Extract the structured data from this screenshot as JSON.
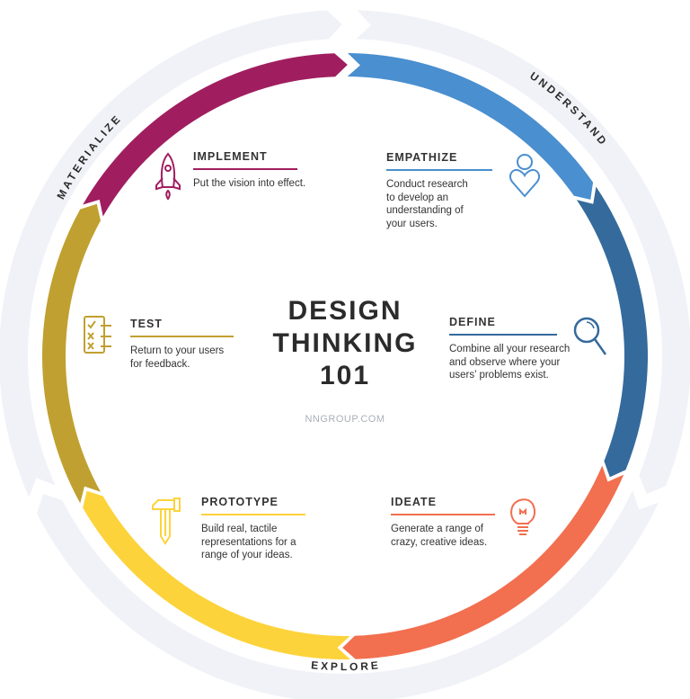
{
  "title": {
    "line1": "DESIGN",
    "line2": "THINKING",
    "line3": "101"
  },
  "site": "NNGROUP.COM",
  "outer_labels": {
    "understand": "UNDERSTAND",
    "explore": "EXPLORE",
    "materialize": "MATERIALIZE"
  },
  "phases": {
    "empathize": {
      "title": "EMPATHIZE",
      "lines": [
        "Conduct research",
        "to develop an",
        "understanding of",
        "your users."
      ],
      "color": "#4A8FCF",
      "icon": "person-heart-icon"
    },
    "define": {
      "title": "DEFINE",
      "lines": [
        "Combine all your research",
        "and observe where your",
        "users’ problems exist."
      ],
      "color": "#356A9C",
      "icon": "magnifier-icon"
    },
    "ideate": {
      "title": "IDEATE",
      "lines": [
        "Generate a range of",
        "crazy, creative ideas."
      ],
      "color": "#F26F4F",
      "icon": "lightbulb-icon"
    },
    "prototype": {
      "title": "PROTOTYPE",
      "lines": [
        "Build real, tactile",
        "representations for a",
        "range of your ideas."
      ],
      "color": "#FDD33B",
      "icon": "hammer-pencil-icon"
    },
    "test": {
      "title": "TEST",
      "lines": [
        "Return to your users",
        "for feedback."
      ],
      "color": "#C0A030",
      "icon": "checklist-icon"
    },
    "implement": {
      "title": "IMPLEMENT",
      "lines": [
        "Put the vision into effect."
      ],
      "color": "#A01E5F",
      "icon": "rocket-icon"
    }
  },
  "colors": {
    "outer_ring": "#F1F2F8",
    "text": "#333333"
  }
}
